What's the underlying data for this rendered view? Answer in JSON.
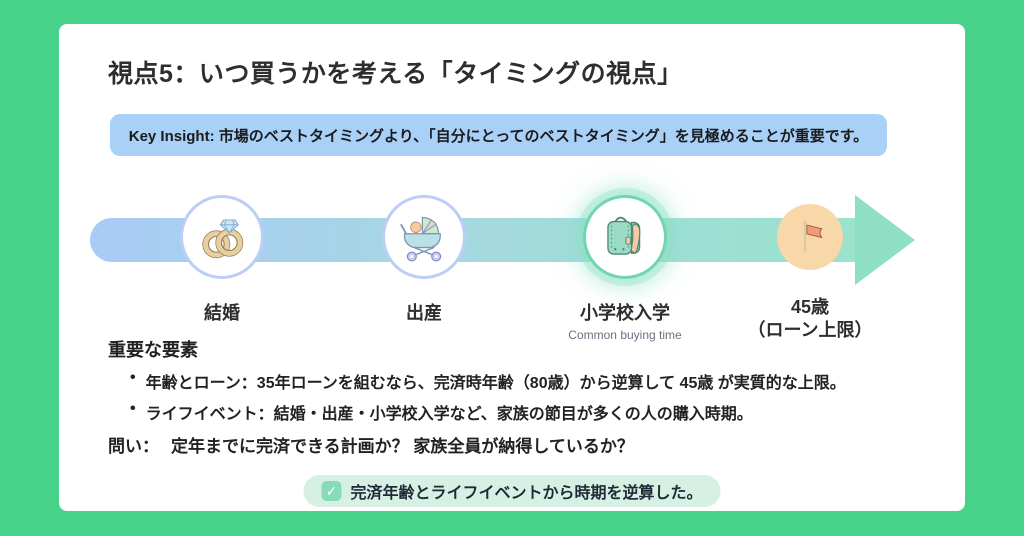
{
  "slide": {
    "title": "視点5：いつ買うかを考える「タイミングの視点」",
    "key_insight": "Key Insight: 市場のベストタイミングより、「自分にとってのベストタイミング」を見極めることが重要です。"
  },
  "timeline": {
    "milestones": [
      {
        "label": "結婚",
        "icon": "wedding-rings-icon"
      },
      {
        "label": "出産",
        "icon": "baby-carriage-icon"
      },
      {
        "label": "小学校入学",
        "sublabel": "Common buying time",
        "icon": "school-backpack-icon",
        "highlighted": true
      },
      {
        "label": "45歳",
        "label_line2": "（ローン上限）",
        "icon": "flag-icon"
      }
    ]
  },
  "factors": {
    "heading": "重要な要素",
    "bullet": "•",
    "items": [
      "年齢とローン：35年ローンを組むなら、完済時年齢（80歳）から逆算して 45歳 が実質的な上限。",
      "ライフイベント：結婚・出産・小学校入学など、家族の節目が多くの人の購入時期。"
    ]
  },
  "question": {
    "label": "問い：",
    "text": "定年までに完済できる計画か？ 家族全員が納得しているか？"
  },
  "checklist": {
    "checkmark": "✓",
    "text": "完済年齢とライフイベントから時期を逆算した。"
  },
  "colors": {
    "background": "#47D38A",
    "card": "#FFFFFF",
    "banner": "#A9D1F8",
    "bar_start": "#A9CBF7",
    "bar_end": "#9AE3CC",
    "arrow": "#8EDFC3",
    "milestone_ring": "#BCCDF6",
    "highlight_ring": "#6FD6AE",
    "flag_circle": "#F8D8A8",
    "pill": "#D6F1E3",
    "check_green": "#87DBB8"
  }
}
